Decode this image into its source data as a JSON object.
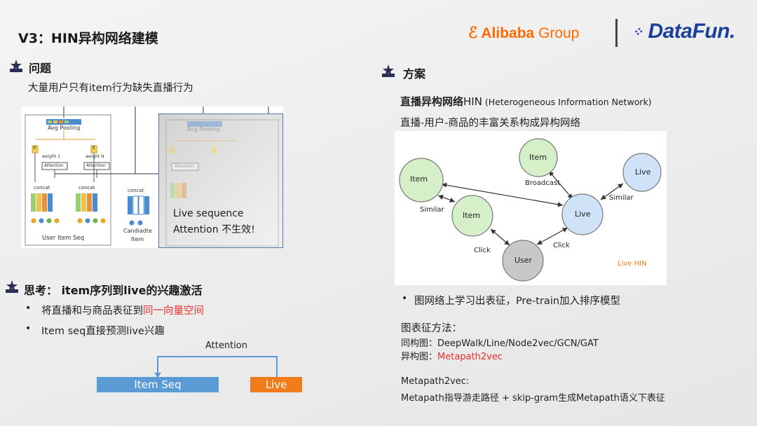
{
  "slide_title": "V3：HIN异构网络建模",
  "logos": {
    "alibaba_main": "Alibaba",
    "alibaba_group": "Group",
    "datafun": "DataFun."
  },
  "problem": {
    "heading": "问题",
    "text": "大量用户只有item行为缺失直播行为"
  },
  "model_diagram": {
    "pooling": "Avg Pooling",
    "weight_1": "weight 1",
    "weight_n": "weight N",
    "attention": "Attention",
    "concat": "concat",
    "user_item_seq": "User Item Seq",
    "candidate_line1": "Candiadte",
    "candidate_line2": "Item",
    "multiply": "X",
    "faded_pooling": "Avg Pooling",
    "faded_attention": "Attention",
    "overlay_line1": "Live sequence",
    "overlay_line2": "Attention  不生效!"
  },
  "thinking": {
    "heading": "思考：  item序列到live的兴趣激活",
    "bullet1_prefix": "将直播和与商品表征到",
    "bullet1_highlight": "同一向量空间",
    "bullet2": "Item seq直接预测live兴趣",
    "bullet_char": "•"
  },
  "attention_diagram": {
    "label": "Attention",
    "left_box": "Item Seq",
    "right_box": "Live",
    "left_color": "#5b9bd5",
    "right_color": "#f07d1a"
  },
  "solution": {
    "heading": "方案",
    "subtitle_bold": "直播异构网络",
    "subtitle_hin": "HIN",
    "subtitle_paren": " (Heterogeneous Information Network)",
    "desc": "直播-用户-商品的丰富关系构成异构网络"
  },
  "hin_graph": {
    "nodes": {
      "item_left": "Item",
      "item_top": "Item",
      "item_mid": "Item",
      "live_right": "Live",
      "live_center": "Live",
      "user": "User"
    },
    "edges": {
      "broadcast": "Broadcast",
      "similar_left": "Similar",
      "similar_right": "Similar",
      "click_left": "Click",
      "click_right": "Click"
    },
    "legend": "Live HIN",
    "item_color": "#d5f0c8",
    "live_color": "#cfe2f8",
    "user_color": "#c8c8c8"
  },
  "solution_points": {
    "bullet_char": "•",
    "bullet1": "图网络上学习出表征，Pre-train加入排序模型",
    "methods_title": "图表征方法：",
    "homo_label": "同构图：",
    "homo_methods": "DeepWalk/Line/Node2vec/GCN/GAT",
    "hetero_label": "异构图：",
    "hetero_methods": "Metapath2vec",
    "m2v_title": "Metapath2vec:",
    "m2v_desc": "Metapath指导游走路径 + skip-gram生成Metapath语义下表征"
  }
}
